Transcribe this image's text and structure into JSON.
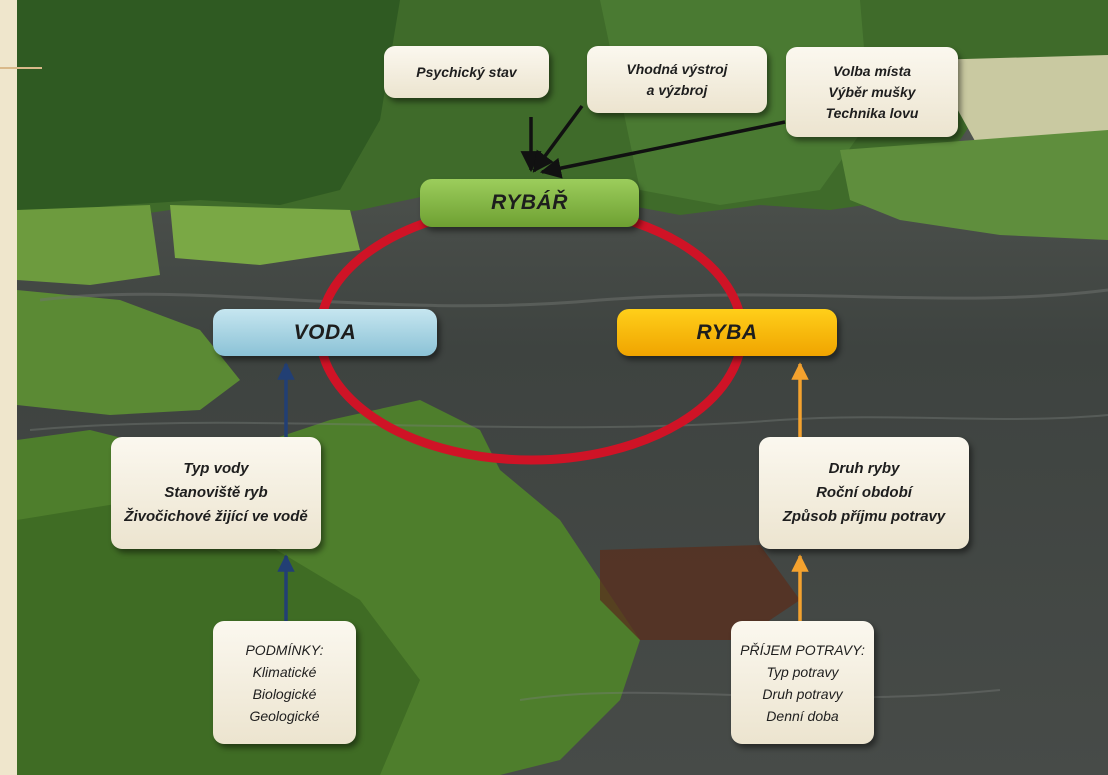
{
  "diagram": {
    "center_nodes": {
      "rybar": "RYBÁŘ",
      "voda": "VODA",
      "ryba": "RYBA"
    },
    "rybar_factors": [
      {
        "lines": [
          "Psychický stav"
        ]
      },
      {
        "lines": [
          "Vhodná výstroj",
          "a výzbroj"
        ]
      },
      {
        "lines": [
          "Volba místa",
          "Výběr mušky",
          "Technika lovu"
        ]
      }
    ],
    "voda_factors": {
      "lines": [
        "Typ vody",
        "Stanoviště ryb",
        "Živočichové žijící ve vodě"
      ]
    },
    "ryba_factors": {
      "lines": [
        "Druh ryby",
        "Roční období",
        "Způsob příjmu potravy"
      ]
    },
    "podminky": {
      "heading": "PODMÍNKY:",
      "lines": [
        "Klimatické",
        "Biologické",
        "Geologické"
      ]
    },
    "prijem_potravy": {
      "heading": "PŘÍJEM POTRAVY:",
      "lines": [
        "Typ potravy",
        "Druh potravy",
        "Denní doba"
      ]
    }
  },
  "colors": {
    "cycle_ring": "#cf1326",
    "rybar_pill": "#8cbf4a",
    "voda_pill": "#a8d4e2",
    "ryba_pill": "#fbbf0a",
    "voda_arrow": "#223f74",
    "ryba_arrow": "#f4a22e",
    "rybar_arrow": "#111111",
    "box_fill": "#f7f2e4"
  }
}
